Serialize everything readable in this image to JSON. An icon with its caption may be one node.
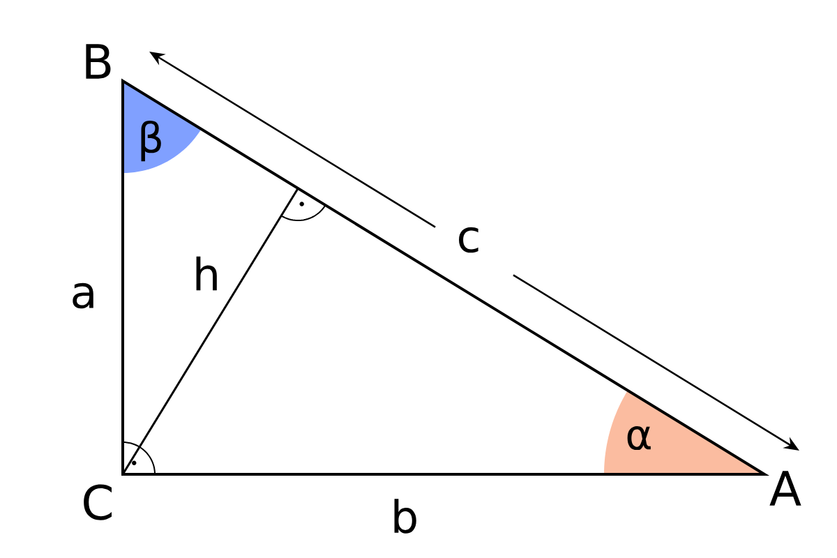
{
  "diagram": {
    "labels": [
      "B",
      "β",
      "c",
      "a",
      "h",
      "α",
      "C",
      "b",
      "A"
    ]
  }
}
